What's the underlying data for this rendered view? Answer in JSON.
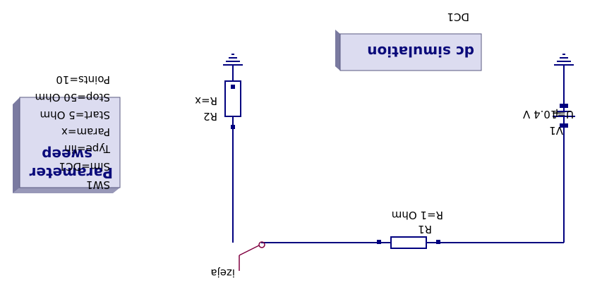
{
  "simulation_block": {
    "title": "dc simulation",
    "instance": "DC1"
  },
  "sweep_block": {
    "title_line1": "Parameter",
    "title_line2": "sweep",
    "params": [
      "SW1",
      "Sim=DC1",
      "Type=lin",
      "Param=x",
      "Start=5 Ohm",
      "Stop=50 Ohm",
      "Points=10"
    ]
  },
  "components": {
    "V1": {
      "name": "V1",
      "value": "U=10.4 V",
      "polarity": "+"
    },
    "R1": {
      "name": "R1",
      "value": "R=1 Ohm"
    },
    "R2": {
      "name": "R2",
      "value": "R=x"
    }
  },
  "probe": {
    "label": "izeja"
  },
  "colors": {
    "wire": "#00007f",
    "probe": "#800040",
    "text": "#000000",
    "polarity": "#ff0000",
    "block_text": "#0a0a7a",
    "block_fill": "#dcdcf0",
    "block_shadow": "#9898b8"
  }
}
